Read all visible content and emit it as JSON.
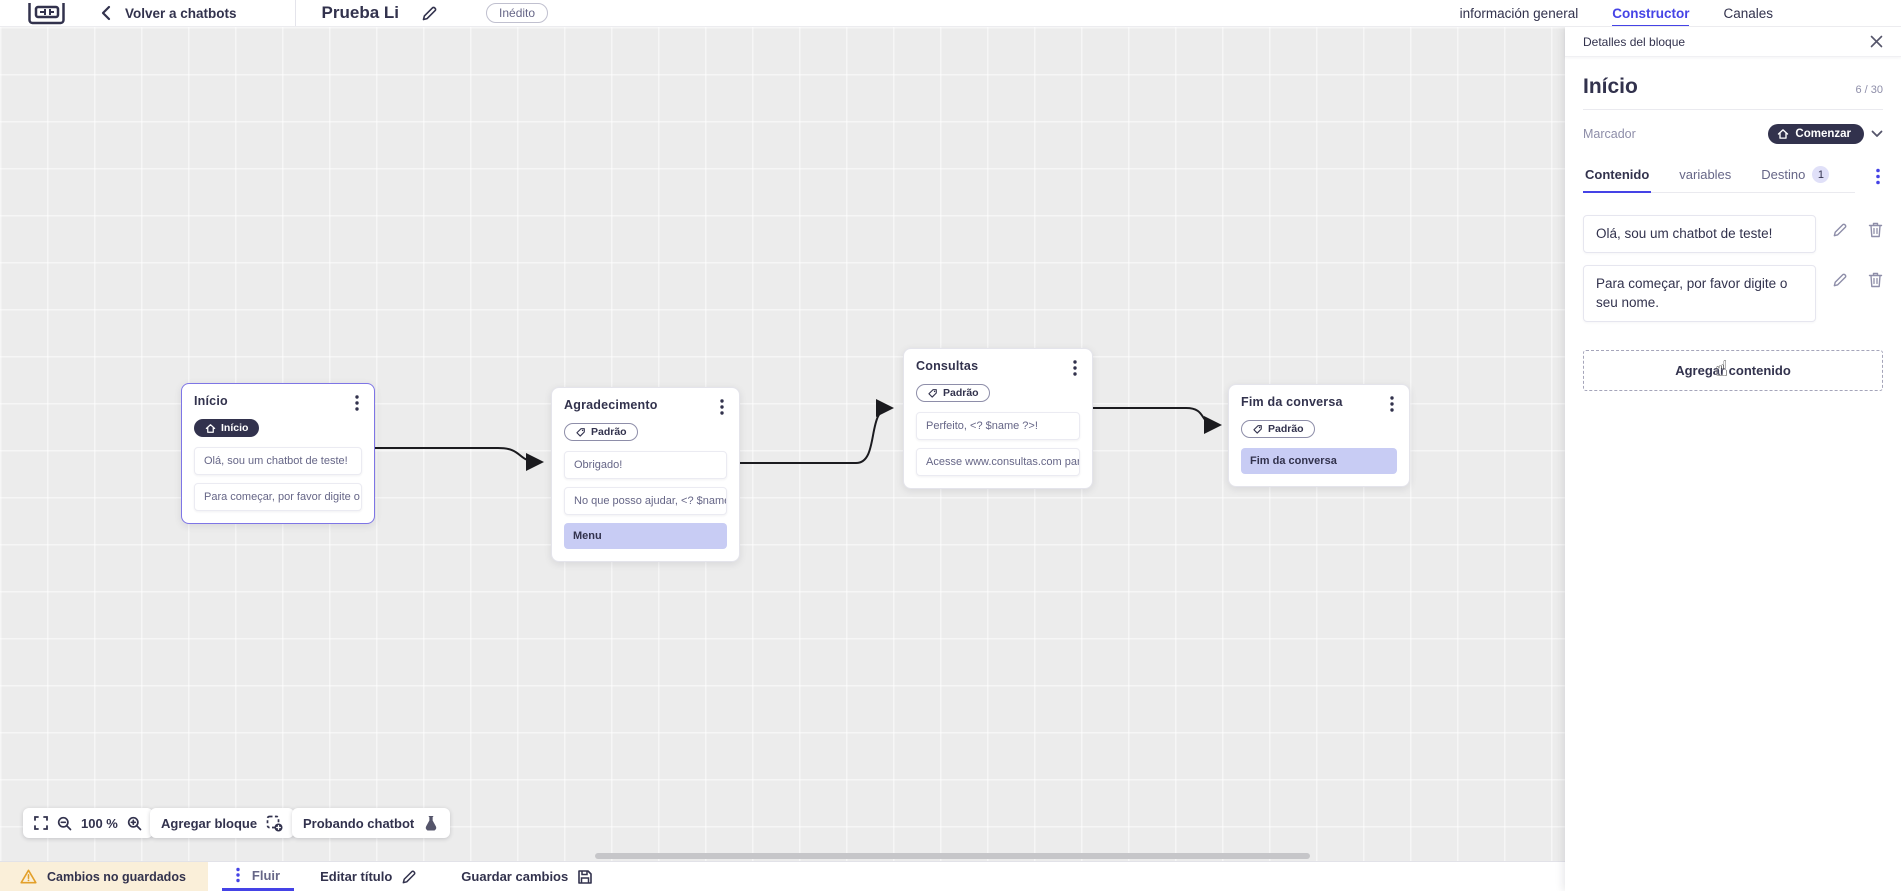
{
  "colors": {
    "accent": "#4543E6",
    "dark": "#32324D",
    "gray": "#666687",
    "light-gray": "#8E8EA9",
    "canvas-bg": "#ECECEC",
    "selected-border": "#7E75E6",
    "action-bg": "#C8CCF4",
    "warning-bg": "#FAEFD9",
    "warning-icon": "#E3A02A",
    "pill-dark": "#32324D"
  },
  "header": {
    "back": "Volver a chatbots",
    "title": "Prueba Li",
    "status": "Inédito",
    "nav_tabs": [
      {
        "label": "información general",
        "active": false
      },
      {
        "label": "Constructor",
        "active": true
      },
      {
        "label": "Canales",
        "active": false
      }
    ]
  },
  "canvas": {
    "zoom_level": "100 %",
    "add_block": "Agregar bloque",
    "test_chatbot": "Probando chatbot",
    "blocks": [
      {
        "title": "Início",
        "badge": "Início",
        "selected": true,
        "items": [
          {
            "type": "message",
            "text": "Olá, sou um chatbot de teste!"
          },
          {
            "type": "message",
            "text": "Para começar, por favor digite o ..."
          }
        ]
      },
      {
        "title": "Agradecimento",
        "badge": "Padrão",
        "selected": false,
        "items": [
          {
            "type": "message",
            "text": "Obrigado!"
          },
          {
            "type": "message",
            "text": "No que posso ajudar, <? $name ..."
          },
          {
            "type": "action",
            "text": "Menu"
          }
        ]
      },
      {
        "title": "Consultas",
        "badge": "Padrão",
        "selected": false,
        "items": [
          {
            "type": "message",
            "text": "Perfeito, <? $name ?>!"
          },
          {
            "type": "message",
            "text": "Acesse www.consultas.com par..."
          }
        ]
      },
      {
        "title": "Fim da conversa",
        "badge": "Padrão",
        "selected": false,
        "items": [
          {
            "type": "action",
            "text": "Fim da conversa"
          }
        ]
      }
    ],
    "connections": [
      {
        "from": "Início",
        "to": "Agradecimento"
      },
      {
        "from": "Agradecimento",
        "to": "Consultas"
      },
      {
        "from": "Consultas",
        "to": "Fim da conversa"
      }
    ]
  },
  "panel": {
    "header": "Detalles del bloque",
    "name": "Início",
    "counter": "6 / 30",
    "marker_label": "Marcador",
    "marker_value": "Comenzar",
    "tabs": [
      {
        "label": "Contenido",
        "active": true
      },
      {
        "label": "variables",
        "active": false
      },
      {
        "label": "Destino",
        "active": false,
        "badge": "1"
      }
    ],
    "contents": [
      "Olá, sou um chatbot de teste!",
      "Para começar, por favor digite o seu nome."
    ],
    "add_content": "Agregar contenido"
  },
  "footer": {
    "unsaved": "Cambios no guardados",
    "flow_tab": "Fluir",
    "edit_title": "Editar título",
    "save": "Guardar cambios"
  },
  "icons": [
    "app-logo",
    "chevron-left",
    "pencil",
    "close-x",
    "home",
    "tag",
    "kebab-menu",
    "chevron-down",
    "edit-pencil",
    "trash",
    "fullscreen",
    "zoom-out",
    "zoom-in",
    "add-block",
    "flask",
    "warning-triangle",
    "save-floppy",
    "hand-cursor"
  ]
}
